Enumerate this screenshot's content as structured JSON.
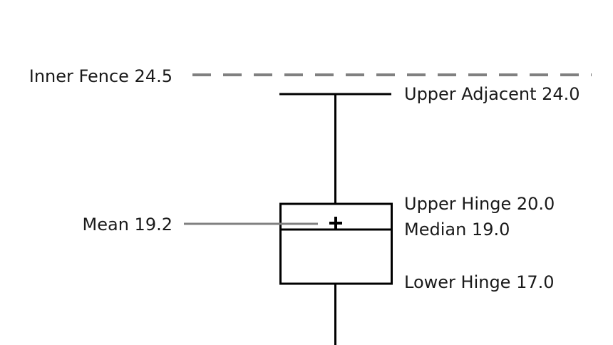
{
  "labels": {
    "inner_fence": "Inner Fence 24.5",
    "upper_adjacent": "Upper Adjacent 24.0",
    "upper_hinge": "Upper Hinge 20.0",
    "median": "Median 19.0",
    "lower_hinge": "Lower Hinge 17.0",
    "mean": "Mean 19.2"
  },
  "colors": {
    "box_stroke": "#000000",
    "guide_line": "#808080",
    "text": "#1a1a1a"
  }
}
